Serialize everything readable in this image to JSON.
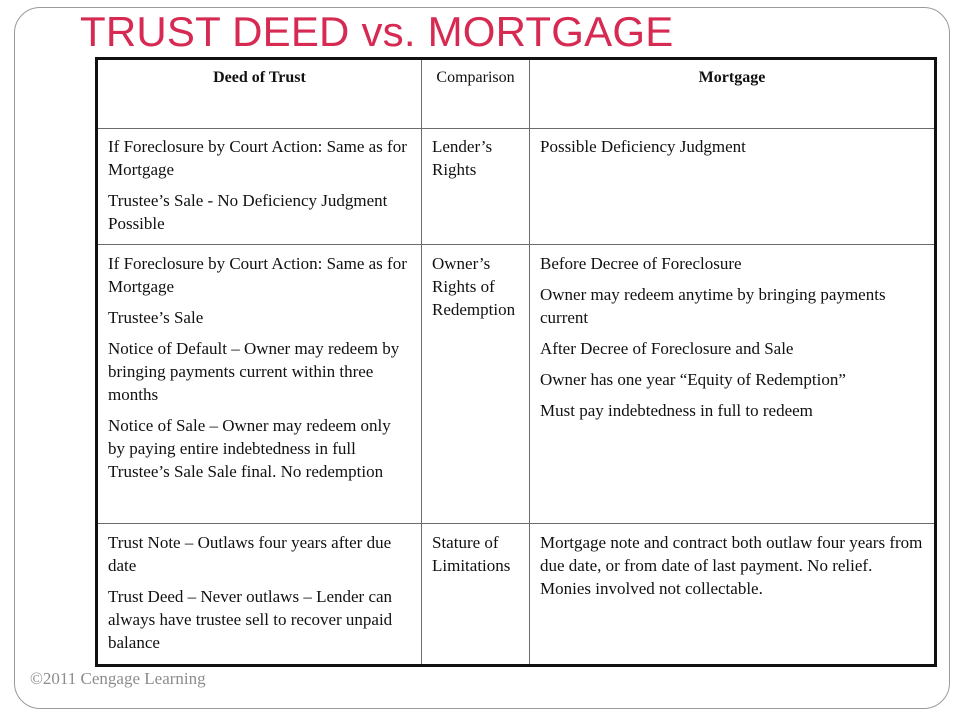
{
  "title": "TRUST DEED vs. MORTGAGE",
  "table": {
    "headers": {
      "deed_of_trust": "Deed of Trust",
      "comparison": "Comparison",
      "mortgage": "Mortgage"
    },
    "rows": [
      {
        "comparison": "Lender’s Rights",
        "deed_of_trust": [
          "If Foreclosure by Court Action: Same as for Mortgage",
          "Trustee’s Sale - No Deficiency Judgment Possible"
        ],
        "mortgage": [
          "Possible Deficiency Judgment"
        ]
      },
      {
        "comparison": "Owner’s Rights of Redemption",
        "deed_of_trust": [
          "If Foreclosure by Court Action: Same as for Mortgage",
          "Trustee’s Sale",
          "Notice of Default – Owner may redeem by bringing payments current within three months",
          "Notice of Sale – Owner may redeem only by paying entire indebtedness in full Trustee’s Sale Sale final. No redemption"
        ],
        "mortgage": [
          "Before Decree of Foreclosure",
          "Owner may redeem anytime by bringing payments current",
          "After Decree of Foreclosure and Sale",
          "Owner has one year “Equity of Redemption”",
          "Must pay indebtedness in full to redeem"
        ]
      },
      {
        "comparison": "Stature of Limitations",
        "deed_of_trust": [
          "Trust Note – Outlaws four years after due date",
          "Trust Deed – Never outlaws – Lender can always have trustee sell to recover unpaid balance"
        ],
        "mortgage": [
          "Mortgage note and contract both outlaw four years from due date, or from date of last payment. No relief. Monies involved not collectable."
        ]
      }
    ]
  },
  "footer": "©2011 Cengage Learning",
  "colors": {
    "title": "#d62a52",
    "text": "#111111",
    "footer": "#8c8c8c",
    "slide_border": "#9a9a9a"
  }
}
